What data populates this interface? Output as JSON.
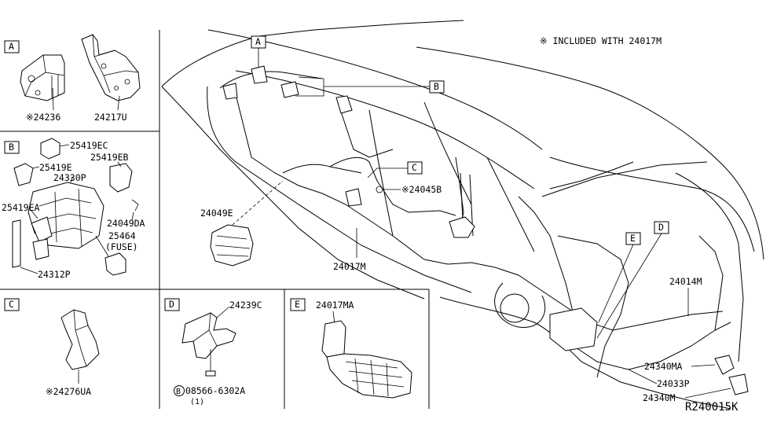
{
  "note": "※ INCLUDED WITH 24017M",
  "diagram_code": "R240015K",
  "callouts": {
    "a": "A",
    "b": "B",
    "c": "C",
    "d": "D",
    "e": "E"
  },
  "panels": {
    "a": {
      "tag": "A",
      "parts": [
        "※24236",
        "24217U"
      ]
    },
    "b": {
      "tag": "B",
      "parts": [
        "25419EC",
        "25419EB",
        "25419E",
        "24330P",
        "25419EA",
        "24049DA",
        "25464",
        "(FUSE)",
        "24312P"
      ]
    },
    "c": {
      "tag": "C",
      "parts": [
        "※24276UA"
      ]
    },
    "d": {
      "tag": "D",
      "parts": [
        "24239C",
        "08566-6302A",
        "(1)"
      ],
      "bolt_symbol": "B"
    },
    "e": {
      "tag": "E",
      "parts": [
        "24017MA"
      ]
    }
  },
  "main_labels": {
    "p24049E": "24049E",
    "p24045B": "※24045B",
    "p24017M": "24017M",
    "p24014M": "24014M",
    "p24340MA": "24340MA",
    "p24033P": "24033P",
    "p24340M": "24340M"
  }
}
